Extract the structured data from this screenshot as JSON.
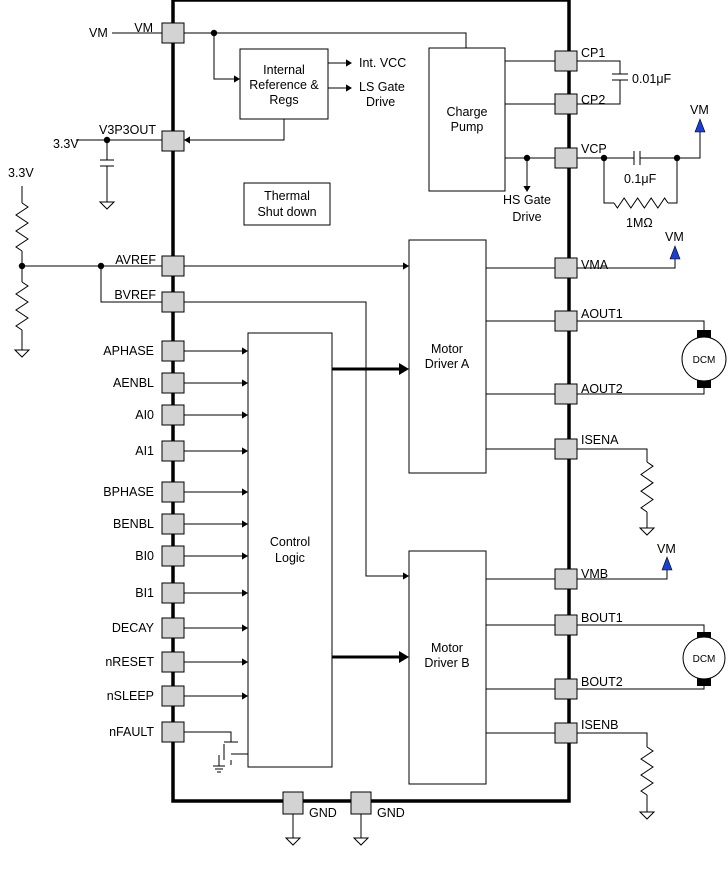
{
  "pins_left": {
    "vm": "VM",
    "v3p3out": "V3P3OUT",
    "avref": "AVREF",
    "bvref": "BVREF",
    "aphase": "APHASE",
    "aenbl": "AENBL",
    "ai0": "AI0",
    "ai1": "AI1",
    "bphase": "BPHASE",
    "benbl": "BENBL",
    "bi0": "BI0",
    "bi1": "BI1",
    "decay": "DECAY",
    "nreset": "nRESET",
    "nsleep": "nSLEEP",
    "nfault": "nFAULT"
  },
  "pins_right": {
    "cp1": "CP1",
    "cp2": "CP2",
    "vcp": "VCP",
    "vma": "VMA",
    "aout1": "AOUT1",
    "aout2": "AOUT2",
    "isena": "ISENA",
    "vmb": "VMB",
    "bout1": "BOUT1",
    "bout2": "BOUT2",
    "isenb": "ISENB"
  },
  "pins_bottom": {
    "gnd1": "GND",
    "gnd2": "GND"
  },
  "blocks": {
    "internal_ref": [
      "Internal",
      "Reference &",
      "Regs"
    ],
    "int_vcc": "Int. VCC",
    "ls_gate": [
      "LS Gate",
      "Drive"
    ],
    "charge_pump": [
      "Charge",
      "Pump"
    ],
    "hs_gate": [
      "HS Gate",
      "Drive"
    ],
    "thermal": [
      "Thermal",
      "Shut down"
    ],
    "control_logic": [
      "Control",
      "Logic"
    ],
    "driver_a": [
      "Motor",
      "Driver A"
    ],
    "driver_b": [
      "Motor",
      "Driver B"
    ]
  },
  "external": {
    "vm_left": "VM",
    "v33_out": "3.3V",
    "v33_divider": "3.3V",
    "cap_cp": "0.01μF",
    "cap_vcp": "0.1μF",
    "res_vcp": "1MΩ",
    "vm_vcp": "VM",
    "vm_vma": "VM",
    "vm_vmb": "VM",
    "motor_a": "DCM",
    "motor_b": "DCM"
  },
  "colors": {
    "pin_fill": "#d3d3d3",
    "vm_arrow": "#1a3fd6"
  }
}
